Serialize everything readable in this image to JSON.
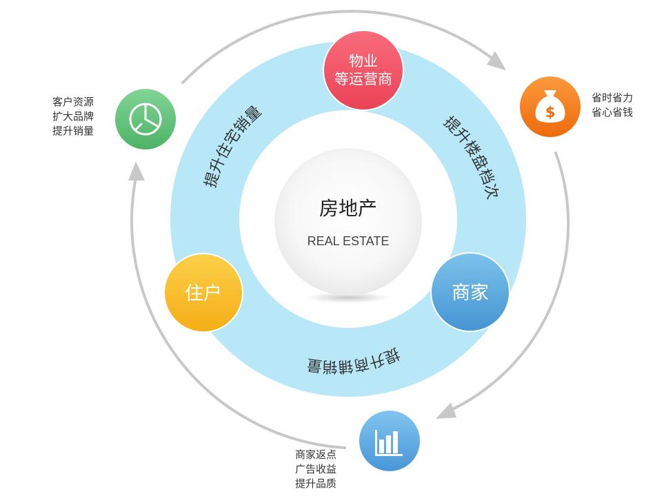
{
  "center": {
    "title": "房地产",
    "subtitle": "REAL ESTATE"
  },
  "ring": {
    "color": "#b8e8f8",
    "arc_labels": {
      "left": "提升住宅销量",
      "right": "提升楼盘档次",
      "bottom": "提升商铺销量"
    }
  },
  "nodes": {
    "top": {
      "label_lines": [
        "物业",
        "等运营商"
      ],
      "color": "#f4586a"
    },
    "left": {
      "label": "住户",
      "color": "#f9bf2e"
    },
    "right": {
      "label": "商家",
      "color": "#5aaade"
    }
  },
  "outer_nodes": {
    "pie": {
      "icon": "pie-chart-icon",
      "color": "#63c379",
      "text_lines": [
        "客户资源",
        "扩大品牌",
        "提升销量"
      ]
    },
    "money": {
      "icon": "money-bag-icon",
      "color": "#f57e1c",
      "text_lines": [
        "省时省力",
        "省心省钱"
      ]
    },
    "bars": {
      "icon": "bar-chart-icon",
      "color": "#5aa7df",
      "text_lines": [
        "商家返点",
        "广告收益",
        "提升品质"
      ]
    }
  },
  "arrow_color": "#c8c8c8"
}
